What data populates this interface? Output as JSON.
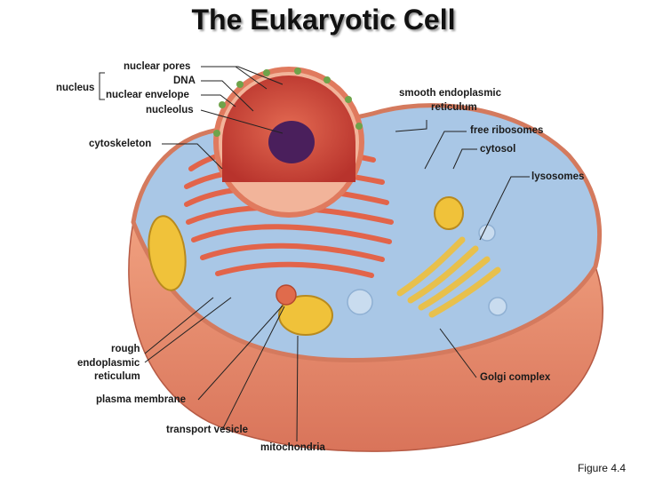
{
  "title": "The Eukaryotic Cell",
  "figure_caption": "Figure 4.4",
  "labels": {
    "nuclear_pores": "nuclear pores",
    "dna": "DNA",
    "nucleus": "nucleus",
    "nuclear_envelope": "nuclear envelope",
    "nucleolus": "nucleolus",
    "cytoskeleton": "cytoskeleton",
    "smooth_er_line1": "smooth endoplasmic",
    "smooth_er_line2": "reticulum",
    "free_ribosomes": "free ribosomes",
    "cytosol": "cytosol",
    "lysosomes": "lysosomes",
    "rough_er_line1": "rough",
    "rough_er_line2": "endoplasmic",
    "rough_er_line3": "reticulum",
    "plasma_membrane": "plasma membrane",
    "transport_vesicle": "transport vesicle",
    "mitochondria": "mitochondria",
    "golgi_complex": "Golgi complex"
  },
  "colors": {
    "membrane": "#e8896a",
    "cytosol": "#a9c7e6",
    "nucleus_red": "#c8453a",
    "nucleolus": "#4a1f5c",
    "mitochondria": "#f0c23a",
    "golgi": "#f3d36b"
  }
}
